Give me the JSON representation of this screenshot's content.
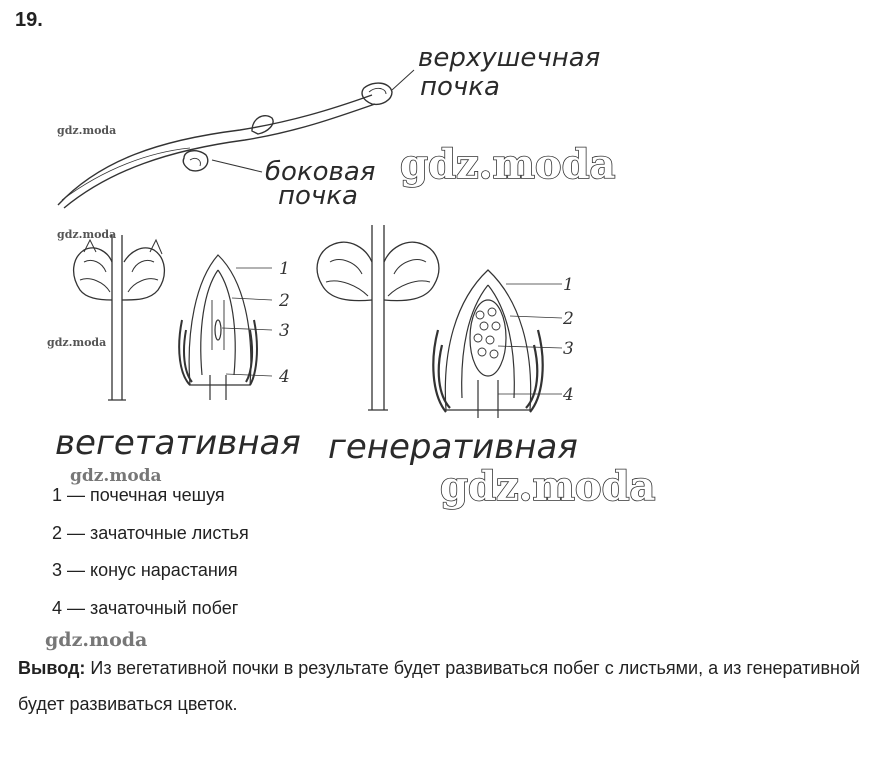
{
  "task_number": "19.",
  "figure": {
    "top_labels": {
      "apical_bud_line1": "верхушечная",
      "apical_bud_line2": "почка",
      "lateral_bud_line1": "боковая",
      "lateral_bud_line2": "почка"
    },
    "part_numbers": [
      "1",
      "2",
      "3",
      "4"
    ],
    "caption_vegetative": "вегетативная",
    "caption_generative": "генеративная"
  },
  "watermarks": [
    "gdz.moda",
    "gdz.moda",
    "gdz.moda",
    "gdz.moda",
    "gdz.moda",
    "gdz.moda",
    "gdz.moda"
  ],
  "legend": [
    "1 — почечная чешуя",
    "2 — зачаточные листья",
    "3 — конус нарастания",
    "4 — зачаточный побег"
  ],
  "conclusion": {
    "label": "Вывод:",
    "text": " Из вегетативной почки в результате будет развиваться побег с листьями, а из генеративной будет развиваться цветок."
  }
}
